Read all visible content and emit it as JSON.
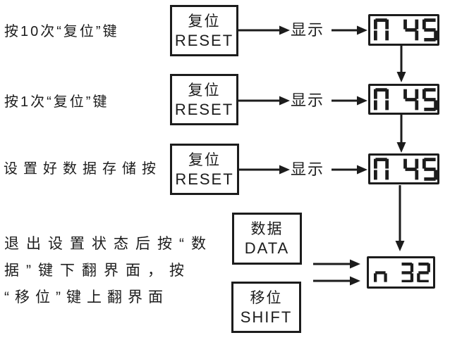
{
  "colors": {
    "ink": "#1c1c1c",
    "bg": "#ffffff"
  },
  "rows": [
    {
      "label": "按10次“复位”键",
      "button": {
        "zh": "复位",
        "en": "RESET"
      },
      "flow_label": "显示",
      "display": "N 45"
    },
    {
      "label": "按1次“复位”键",
      "button": {
        "zh": "复位",
        "en": "RESET"
      },
      "flow_label": "显示",
      "display": "N 45"
    },
    {
      "label": "设置好数据存储按",
      "button": {
        "zh": "复位",
        "en": "RESET"
      },
      "flow_label": "显示",
      "display": "N 45"
    }
  ],
  "bottom": {
    "label_lines": [
      "退出设置状态后按“数",
      "据”键下翻界面，按",
      "“移位”键上翻界面"
    ],
    "data_button": {
      "zh": "数据",
      "en": "DATA"
    },
    "shift_button": {
      "zh": "移位",
      "en": "SHIFT"
    },
    "display": "n 32"
  }
}
